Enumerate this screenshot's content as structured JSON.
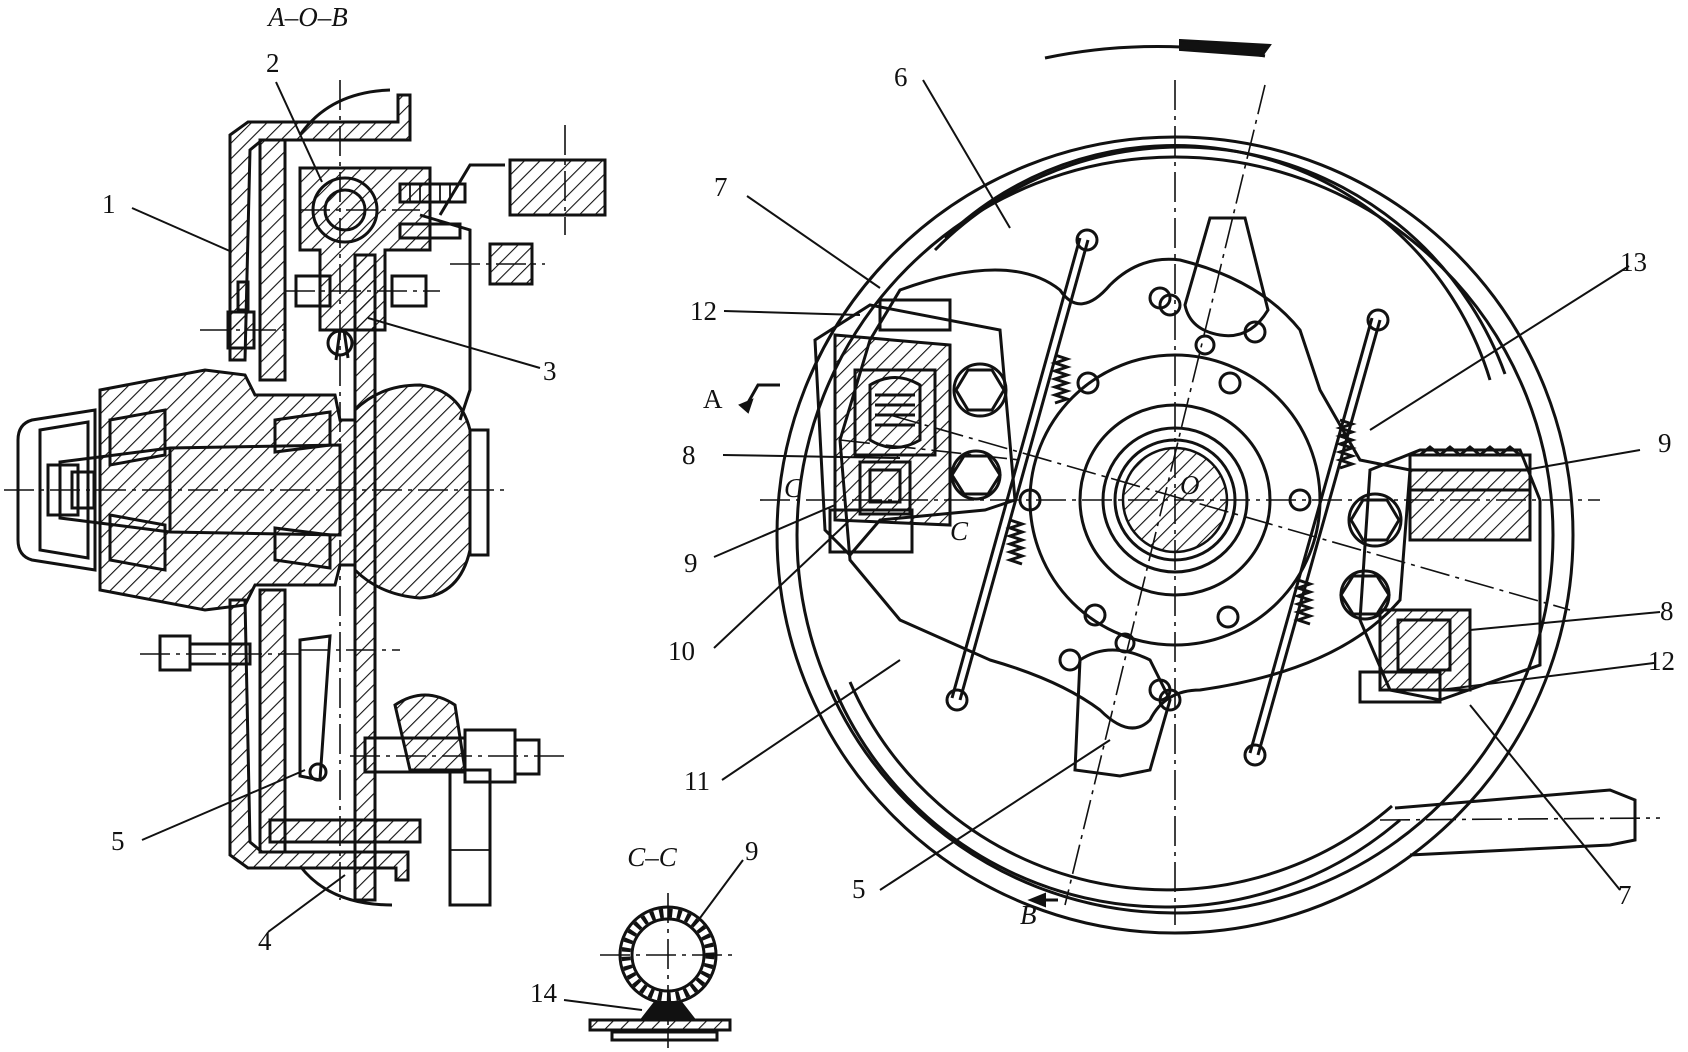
{
  "section_titles": {
    "aob": "A–O–B",
    "cc": "C–C"
  },
  "markers": {
    "a": "A",
    "b": "B",
    "c_left": "C",
    "c_right": "C",
    "o": "O"
  },
  "callouts": {
    "left_1": "1",
    "left_2": "2",
    "left_3": "3",
    "left_4": "4",
    "left_5": "5",
    "right_6": "6",
    "right_7_top": "7",
    "right_7_bottom": "7",
    "right_8_left": "8",
    "right_8_right": "8",
    "right_9_left": "9",
    "right_9_right": "9",
    "right_10": "10",
    "right_11": "11",
    "right_12_left": "12",
    "right_12_right": "12",
    "right_13": "13",
    "right_5": "5",
    "cc_9": "9",
    "cc_14": "14"
  }
}
